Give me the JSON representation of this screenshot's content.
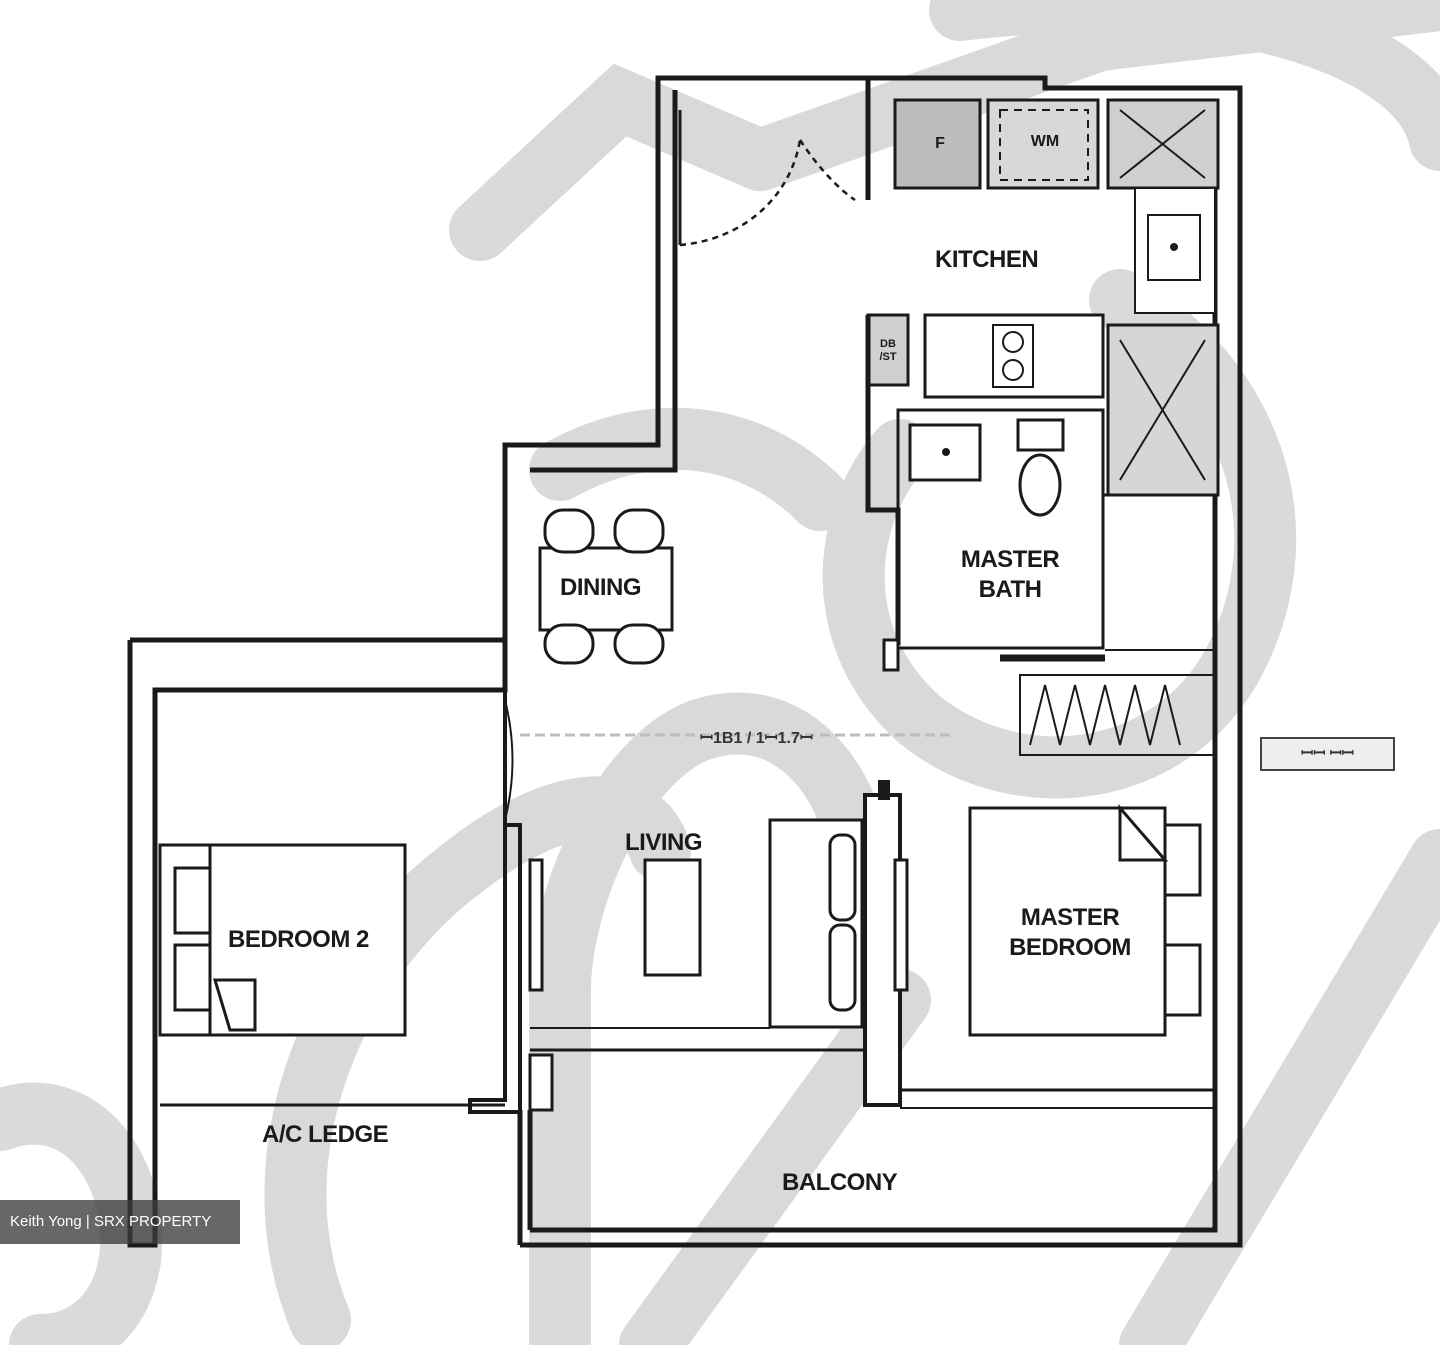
{
  "rooms": {
    "kitchen": "KITCHEN",
    "dining": "DINING",
    "master_bath_line1": "MASTER",
    "master_bath_line2": "BATH",
    "living": "LIVING",
    "bedroom_2": "BEDROOM 2",
    "master_bedroom_line1": "MASTER",
    "master_bedroom_line2": "BEDROOM",
    "ac_ledge": "A/C LEDGE",
    "balcony": "BALCONY"
  },
  "fixtures": {
    "fridge": "F",
    "washing_machine": "WM",
    "db_line1": "DB",
    "db_line2": "/ST"
  },
  "annotations": {
    "center_note": "ꟷ1B1 / 1ꟷ1.7ꟷ",
    "side_tag": "ꟷꟷ ꟷꟷ"
  },
  "credit": "Keith Yong | SRX PROPERTY",
  "colors": {
    "wall": "#1a1a1a",
    "fixture_fill": "#d8d8d8",
    "watermark": "#cfcfcf",
    "badge": "#3c3c3c"
  }
}
